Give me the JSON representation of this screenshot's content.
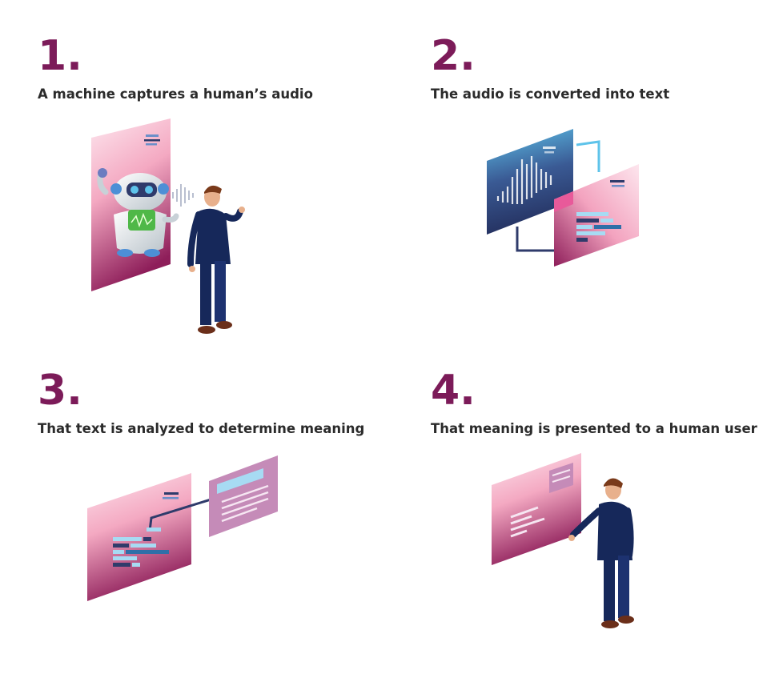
{
  "steps": [
    {
      "number": "1.",
      "caption": "A machine captures a human’s audio"
    },
    {
      "number": "2.",
      "caption": "The audio is converted into text"
    },
    {
      "number": "3.",
      "caption": "That text is analyzed to determine meaning"
    },
    {
      "number": "4.",
      "caption": "That meaning is presented to a human user"
    }
  ],
  "colors": {
    "accent": "#7c1b59",
    "panel_light": "#f9d6e2",
    "panel_dark": "#8e1e5a",
    "screen_dark": "#2f3b6b",
    "screen_light": "#5ec3ea",
    "text_line": "#a7dbf3",
    "suit": "#16285a"
  }
}
